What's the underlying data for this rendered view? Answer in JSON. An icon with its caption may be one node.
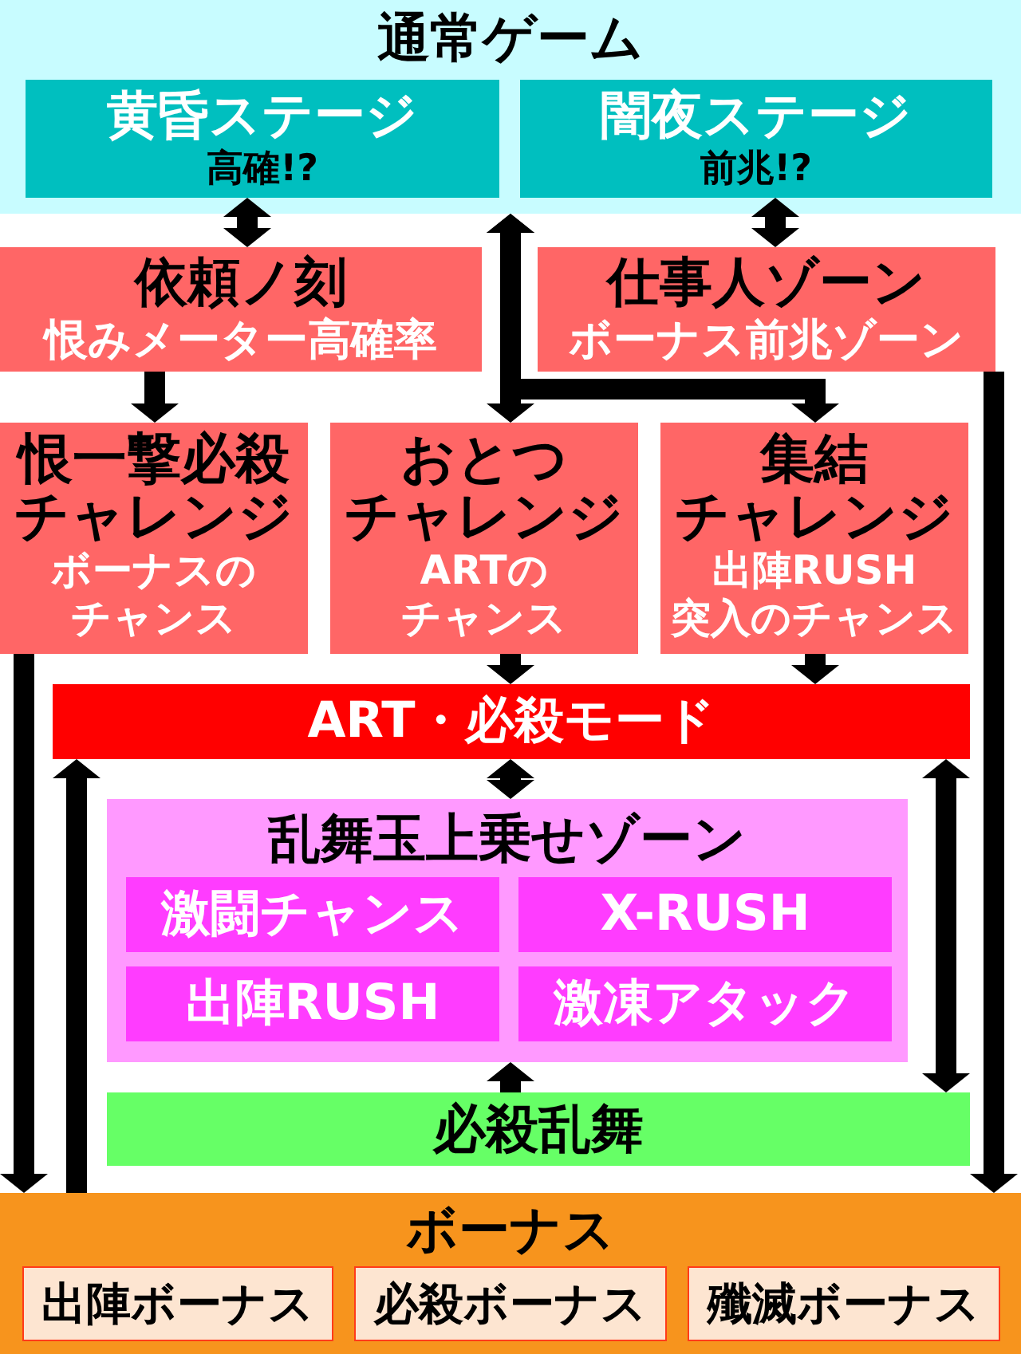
{
  "diagram": {
    "nodes": [
      {
        "text": [
          "通常ゲーム"
        ]
      },
      {
        "text": [
          "黄昏ステージ",
          "高確!?"
        ],
        "in": 0
      },
      {
        "text": [
          "闇夜ステージ",
          "前兆!?"
        ],
        "in": 0
      },
      {
        "text": [
          "依頼ノ刻",
          "恨みメーター高確率"
        ]
      },
      {
        "text": [
          "仕事人ゾーン",
          "ボーナス前兆ゾーン"
        ]
      },
      {
        "text": [
          "恨一撃必殺チャレンジ",
          "ボーナスのチャンス"
        ]
      },
      {
        "text": [
          "おとつチャレンジ",
          "ARTのチャンス"
        ]
      },
      {
        "text": [
          "集結チャレンジ",
          "出陣RUSH突入のチャンス"
        ]
      },
      {
        "text": [
          "ART・必殺モード"
        ]
      },
      {
        "text": [
          "乱舞玉上乗せゾーン"
        ]
      },
      {
        "text": [
          "激闘チャンス"
        ],
        "in": 9
      },
      {
        "text": [
          "X-RUSH"
        ],
        "in": 9
      },
      {
        "text": [
          "出陣RUSH"
        ],
        "in": 9
      },
      {
        "text": [
          "激凍アタック"
        ],
        "in": 9
      },
      {
        "text": [
          "必殺乱舞"
        ]
      },
      {
        "text": [
          "ボーナス"
        ]
      },
      {
        "text": [
          "出陣ボーナス"
        ],
        "in": 15
      },
      {
        "text": [
          "必殺ボーナス"
        ],
        "in": 15
      },
      {
        "text": [
          "殲滅ボーナス"
        ],
        "in": 15
      }
    ],
    "edges": [
      {
        "from": 1,
        "to": 3,
        "arrow": "both"
      },
      {
        "from": 2,
        "to": 4,
        "arrow": "both"
      },
      {
        "from": 3,
        "to": 5,
        "arrow": "to"
      },
      {
        "from": 0,
        "to": 6,
        "arrow": "both"
      },
      {
        "from": 0,
        "to": 7,
        "arrow": "both"
      },
      {
        "from": 6,
        "to": 8,
        "arrow": "to"
      },
      {
        "from": 7,
        "to": 8,
        "arrow": "to"
      },
      {
        "from": 8,
        "to": 9,
        "arrow": "both"
      },
      {
        "from": 14,
        "to": 9,
        "arrow": "to"
      },
      {
        "from": 5,
        "to": 15,
        "arrow": "to"
      },
      {
        "from": 15,
        "to": 8,
        "arrow": "to"
      },
      {
        "from": 4,
        "to": 15,
        "arrow": "to"
      },
      {
        "from": 8,
        "to": 14,
        "arrow": "both"
      }
    ]
  }
}
